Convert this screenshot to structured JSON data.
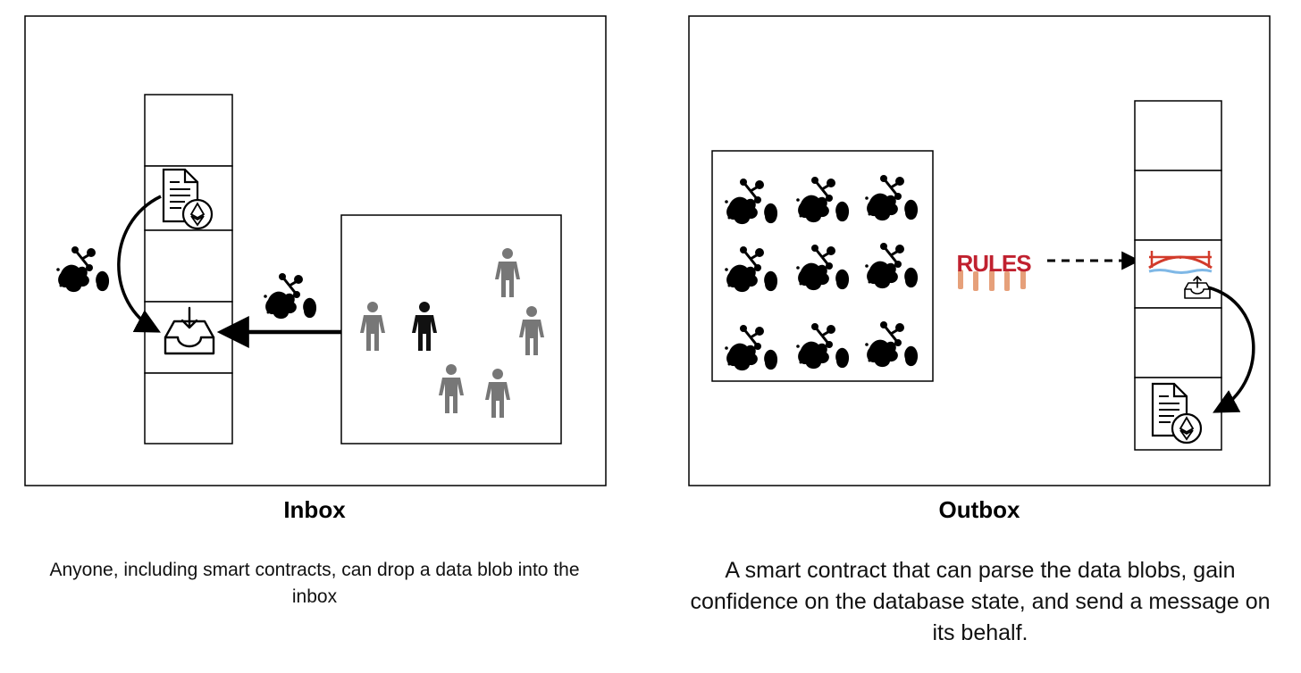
{
  "inbox": {
    "title": "Inbox",
    "caption": "Anyone, including smart contracts, can drop a data blob into the inbox"
  },
  "outbox": {
    "title": "Outbox",
    "caption": "A smart contract that can parse the data blobs, gain confidence on the database state, and send a message on its behalf.",
    "rules_sign": "RULES"
  },
  "icons": [
    "document-ethereum-icon",
    "inbox-tray-icon",
    "data-blob-icon",
    "person-icon",
    "outbox-tray-icon",
    "bridge-icon",
    "rules-sign-icon"
  ],
  "colors": {
    "stroke": "#000000",
    "person_gray": "#777777",
    "person_highlight": "#111111",
    "rules_red": "#c0212f",
    "bridge_red": "#d23b2b",
    "bridge_water": "#7fb8e6",
    "hand_skin": "#e6a07a"
  }
}
